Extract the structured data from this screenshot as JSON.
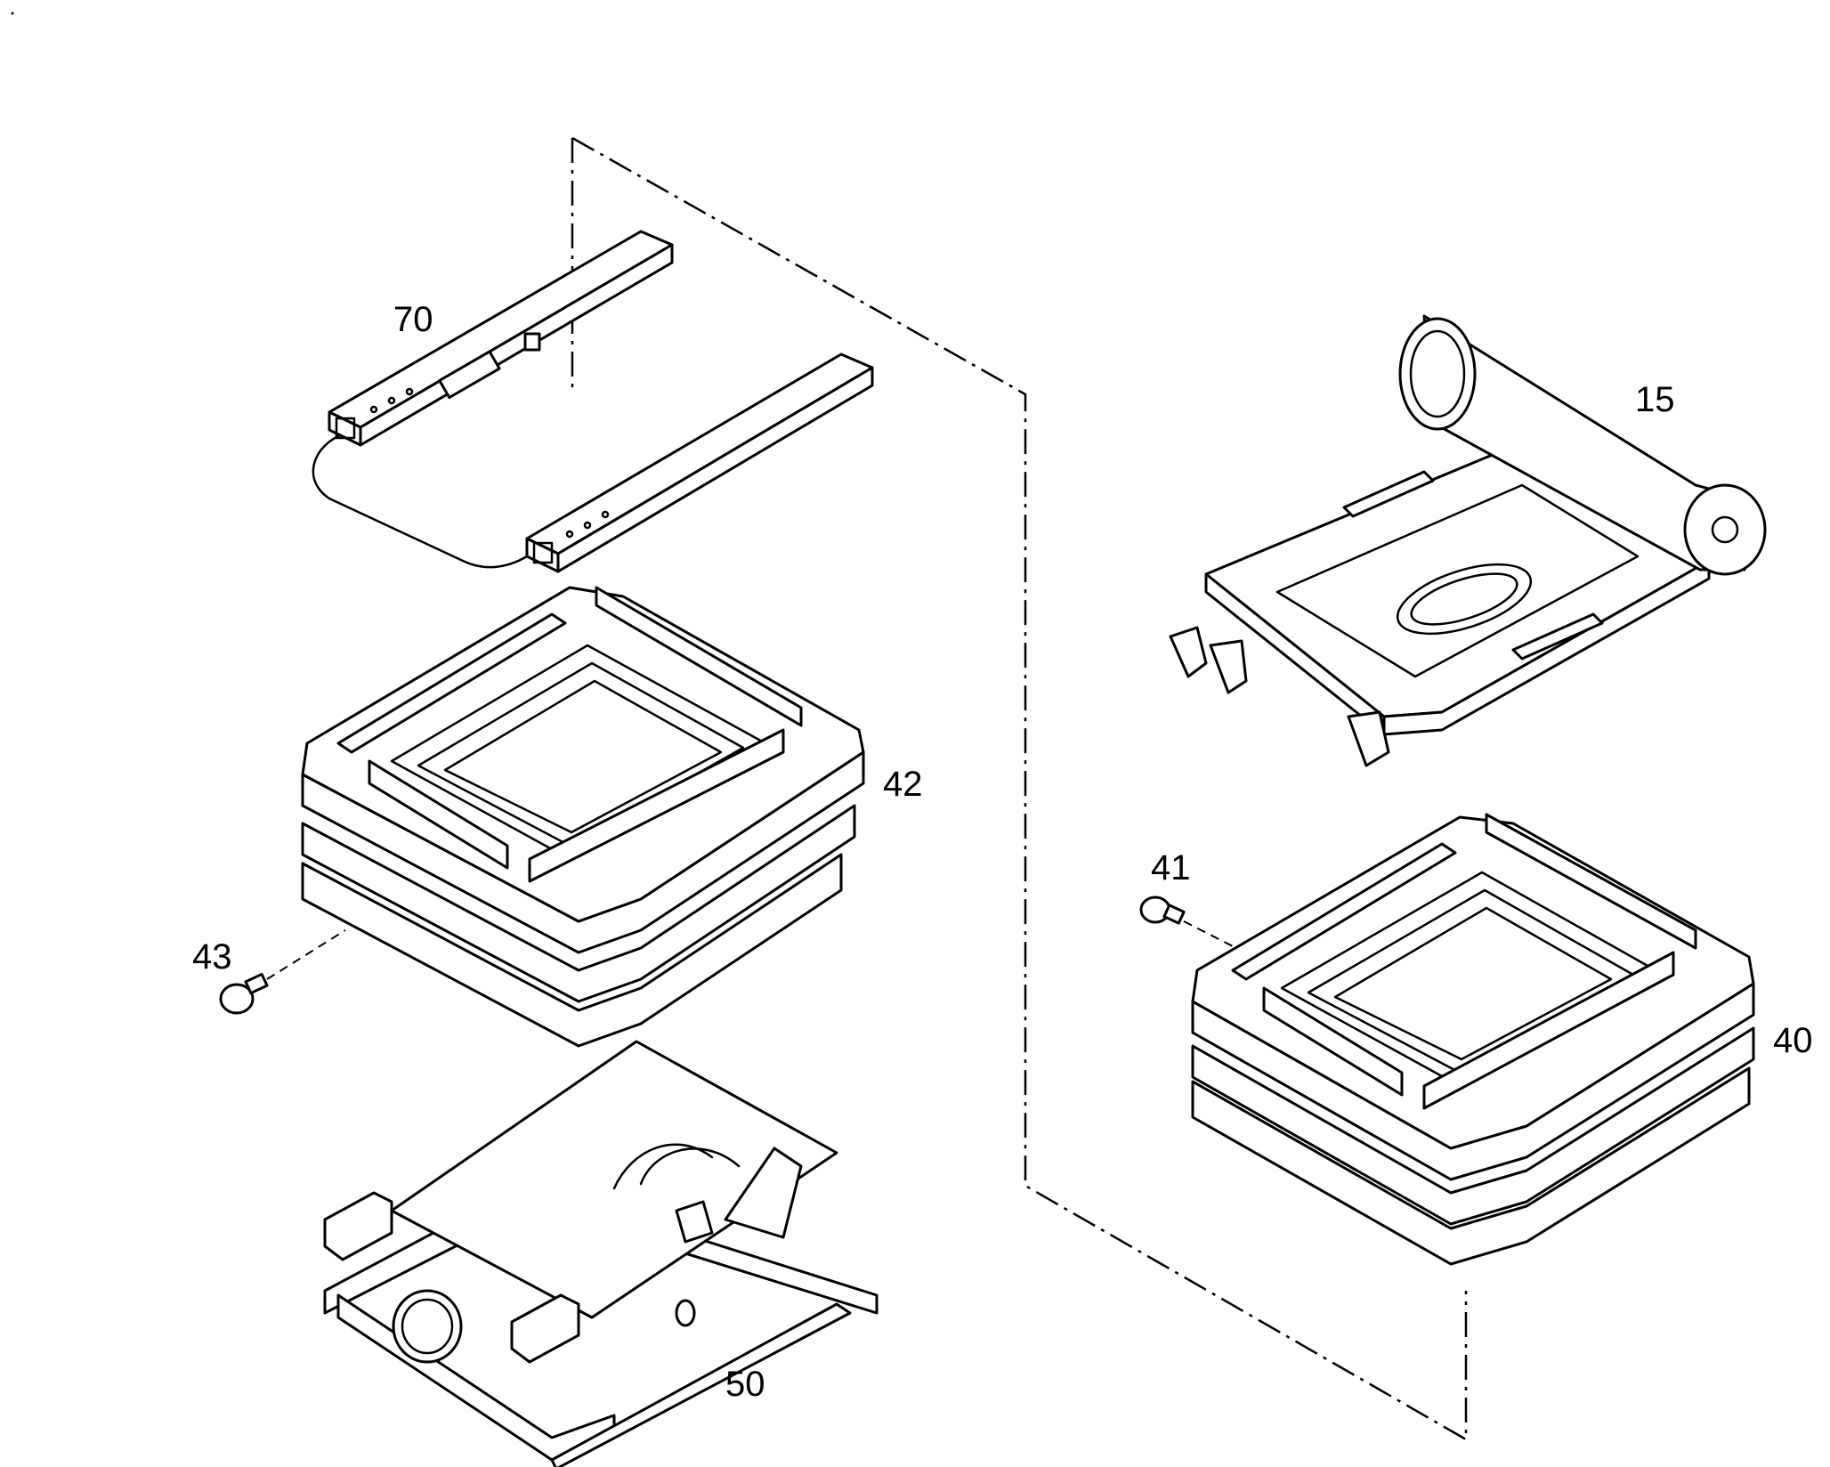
{
  "labels": {
    "p70": "70",
    "p15": "15",
    "p42": "42",
    "p41": "41",
    "p43": "43",
    "p40": "40",
    "p50": "50"
  },
  "colors": {
    "line": "#000000",
    "background": "#ffffff"
  }
}
